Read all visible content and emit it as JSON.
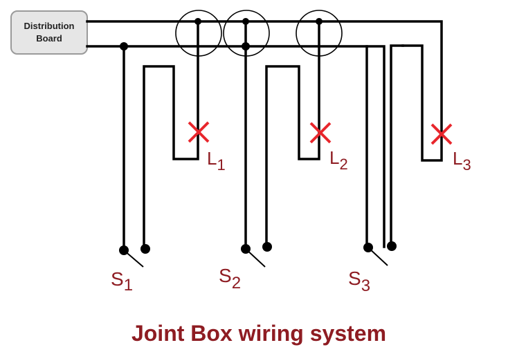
{
  "distribution_board": {
    "line1": "Distribution",
    "line2": "Board"
  },
  "lamps": [
    {
      "letter": "L",
      "sub": "1"
    },
    {
      "letter": "L",
      "sub": "2"
    },
    {
      "letter": "L",
      "sub": "3"
    }
  ],
  "switches": [
    {
      "letter": "S",
      "sub": "1"
    },
    {
      "letter": "S",
      "sub": "2"
    },
    {
      "letter": "S",
      "sub": "3"
    }
  ],
  "caption": "Joint Box wiring system",
  "colors": {
    "wire": "#000000",
    "lamp": "#e8262c",
    "label": "#8e1c22",
    "board_fill": "#e6e6e6"
  }
}
